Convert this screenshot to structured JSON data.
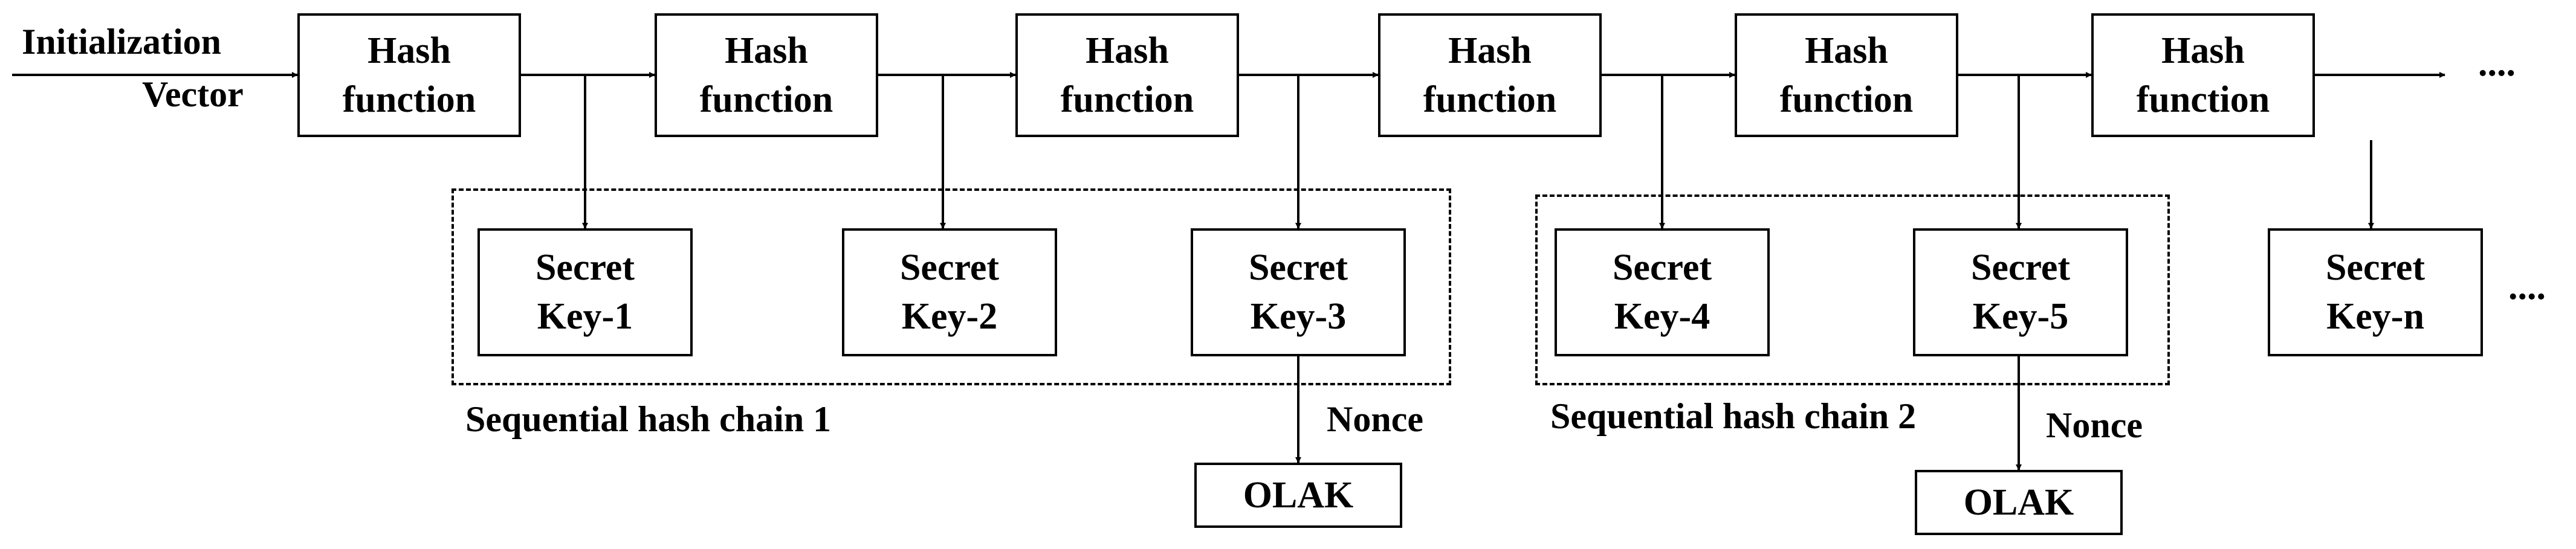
{
  "input": {
    "line1": "Initialization",
    "line2": "Vector"
  },
  "hash_functions": [
    {
      "line1": "Hash",
      "line2": "function"
    },
    {
      "line1": "Hash",
      "line2": "function"
    },
    {
      "line1": "Hash",
      "line2": "function"
    },
    {
      "line1": "Hash",
      "line2": "function"
    },
    {
      "line1": "Hash",
      "line2": "function"
    },
    {
      "line1": "Hash",
      "line2": "function"
    }
  ],
  "continuation": "....",
  "secret_keys": [
    {
      "line1": "Secret",
      "line2": "Key-1"
    },
    {
      "line1": "Secret",
      "line2": "Key-2"
    },
    {
      "line1": "Secret",
      "line2": "Key-3"
    },
    {
      "line1": "Secret",
      "line2": "Key-4"
    },
    {
      "line1": "Secret",
      "line2": "Key-5"
    },
    {
      "line1": "Secret",
      "line2": "Key-n"
    }
  ],
  "chains": [
    {
      "label": "Sequential hash chain 1"
    },
    {
      "label": "Sequential hash chain 2"
    }
  ],
  "outputs": [
    {
      "nonce_label": "Nonce",
      "olak_label": "OLAK"
    },
    {
      "nonce_label": "Nonce",
      "olak_label": "OLAK"
    }
  ]
}
